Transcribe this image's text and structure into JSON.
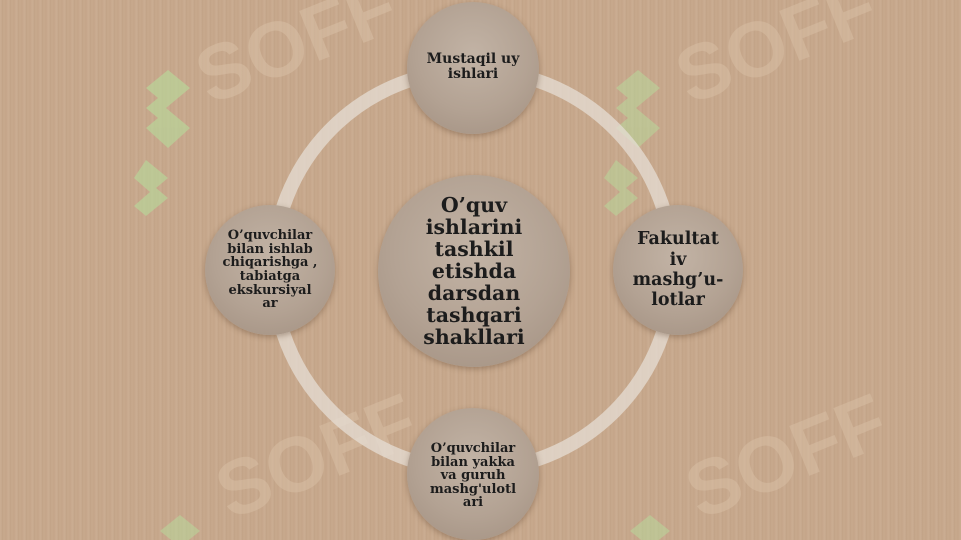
{
  "diagram": {
    "center": "O’quv ishlarini tashkil etishda darsdan tashqari shakllari",
    "nodes": {
      "top": "Mustaqil uy ishlari",
      "right": "Fakultat iv mashg’u- lotlar",
      "bottom": "O’quvchilar bilan yakka va guruh mashg'ulotl ari",
      "left": "O’quvchilar bilan ishlab chiqarishga , tabiatga ekskursiyal ar"
    }
  },
  "watermark": {
    "text": "SOFF",
    "icon": "soff-logo-icon",
    "colors": {
      "logo": "#b8d89a",
      "text": "#d9c0a6"
    }
  },
  "colors": {
    "background": "#c8a98d",
    "node": "#b3a293",
    "ring": "#e6ddd4"
  }
}
